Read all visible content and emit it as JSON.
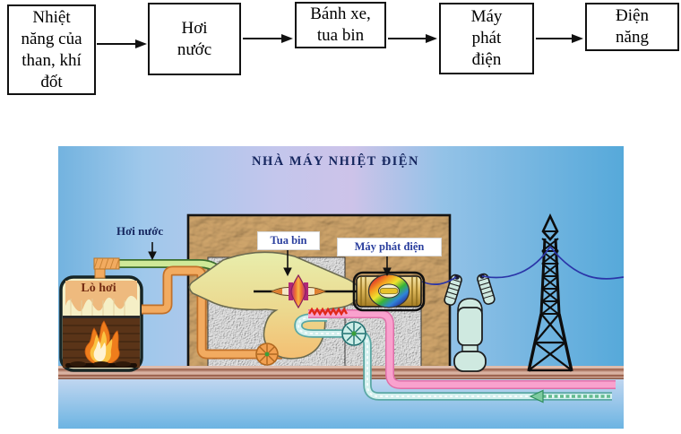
{
  "flowchart": {
    "boxes": [
      {
        "label": "Nhiệt\nnăng của\nthan, khí\nđốt"
      },
      {
        "label": "Hơi\nnước"
      },
      {
        "label": "Bánh xe,\ntua bin"
      },
      {
        "label": "Máy\nphát\nđiện"
      },
      {
        "label": "Điện\nnăng"
      }
    ]
  },
  "illustration": {
    "title": "NHÀ MÁY NHIỆT ĐIỆN",
    "labels": {
      "steam": "Hơi nước",
      "boiler": "Lò hơi",
      "turbine": "Tua bin",
      "generator": "Máy phát điện"
    },
    "colors": {
      "title_text": "#15265e",
      "label_tag_text": "#2b3f9e",
      "boiler_label_text": "#732b12",
      "steam_pipe": "#cfe998",
      "hot_water_pipe": "#f2ab60",
      "warm_water_pipe": "#f9a2ce",
      "cold_water_pipe": "#d3f0ee",
      "wire": "#2b35a8",
      "sky_left": "#9fc8eb",
      "sky_lavender": "#cdc3e9",
      "sky_right": "#56a9da",
      "rock_wall": "#b08a52",
      "concrete": "#d9d9d9"
    }
  }
}
